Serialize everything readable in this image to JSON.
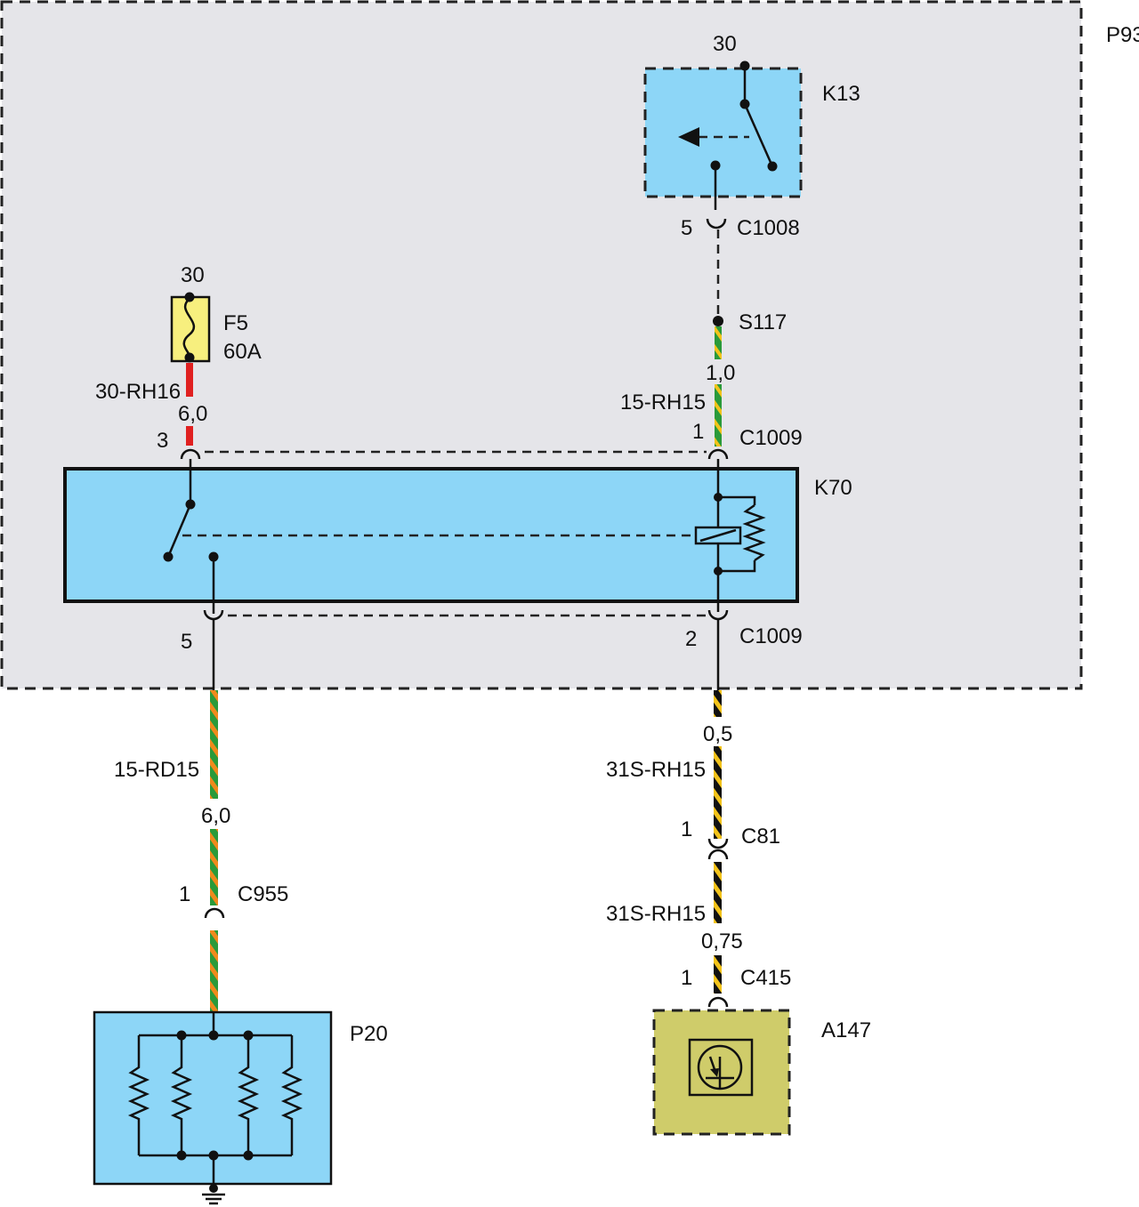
{
  "colors": {
    "module_fill": "#8dd6f7",
    "enclosure_fill": "#e5e5e9",
    "fuse_fill": "#f7ef7e",
    "sensor_fill": "#cfcc6a",
    "wire_red": "#e02020",
    "wire_green": "#2a9a3a",
    "wire_orange": "#f08a1c",
    "wire_yellow": "#f2c31a",
    "wire_black": "#111111"
  },
  "components": {
    "p93": "P93",
    "k13": "K13",
    "k70": "K70",
    "p20": "P20",
    "a147": "A147",
    "fuse_name": "F5",
    "fuse_rating": "60A"
  },
  "labels": {
    "k13_pin30": "30",
    "fuse_pin30": "30",
    "c1008_pin": "5",
    "c1008": "C1008",
    "s117": "S117",
    "w_rh15_size": "1,0",
    "w_rh15_name": "15-RH15",
    "c1009_top_pin": "1",
    "c1009_top": "C1009",
    "w_rh16_name": "30-RH16",
    "w_rh16_size": "6,0",
    "k70_pin3": "3",
    "k70_pin5": "5",
    "c1009_bottom_pin": "2",
    "c1009_bottom": "C1009",
    "w_rd15_name": "15-RD15",
    "w_rd15_size": "6,0",
    "c955_pin": "1",
    "c955": "C955",
    "w_31s_size_a": "0,5",
    "w_31s_name_a": "31S-RH15",
    "c81_pin": "1",
    "c81": "C81",
    "w_31s_name_b": "31S-RH15",
    "w_31s_size_b": "0,75",
    "c415_pin": "1",
    "c415": "C415"
  }
}
